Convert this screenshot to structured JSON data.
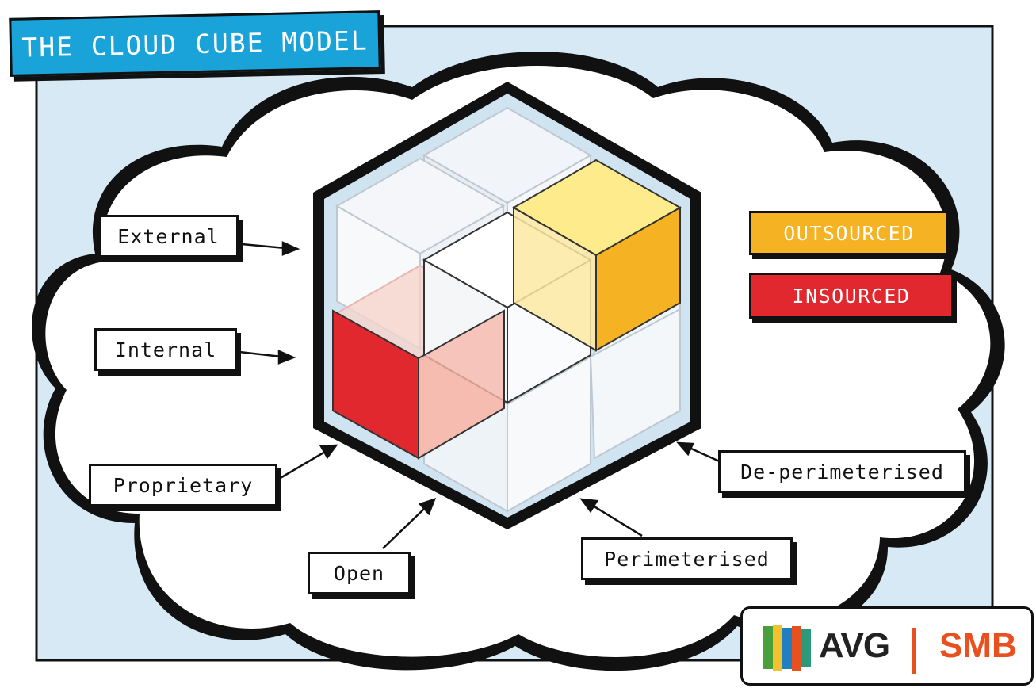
{
  "title": "THE CLOUD CUBE MODEL",
  "labels": {
    "external": "External",
    "internal": "Internal",
    "proprietary": "Proprietary",
    "open": "Open",
    "perimeterised": "Perimeterised",
    "de_perimeterised": "De-perimeterised"
  },
  "legend": {
    "outsourced": "OUTSOURCED",
    "insourced": "INSOURCED"
  },
  "colors": {
    "background_panel": "#d6e9f4",
    "title_bar": "#1aa3d9",
    "outsourced": "#f5b324",
    "insourced": "#e0282e",
    "accent_logo": "#e8501f"
  },
  "logo": {
    "brand": "AVG",
    "product": "SMB"
  }
}
